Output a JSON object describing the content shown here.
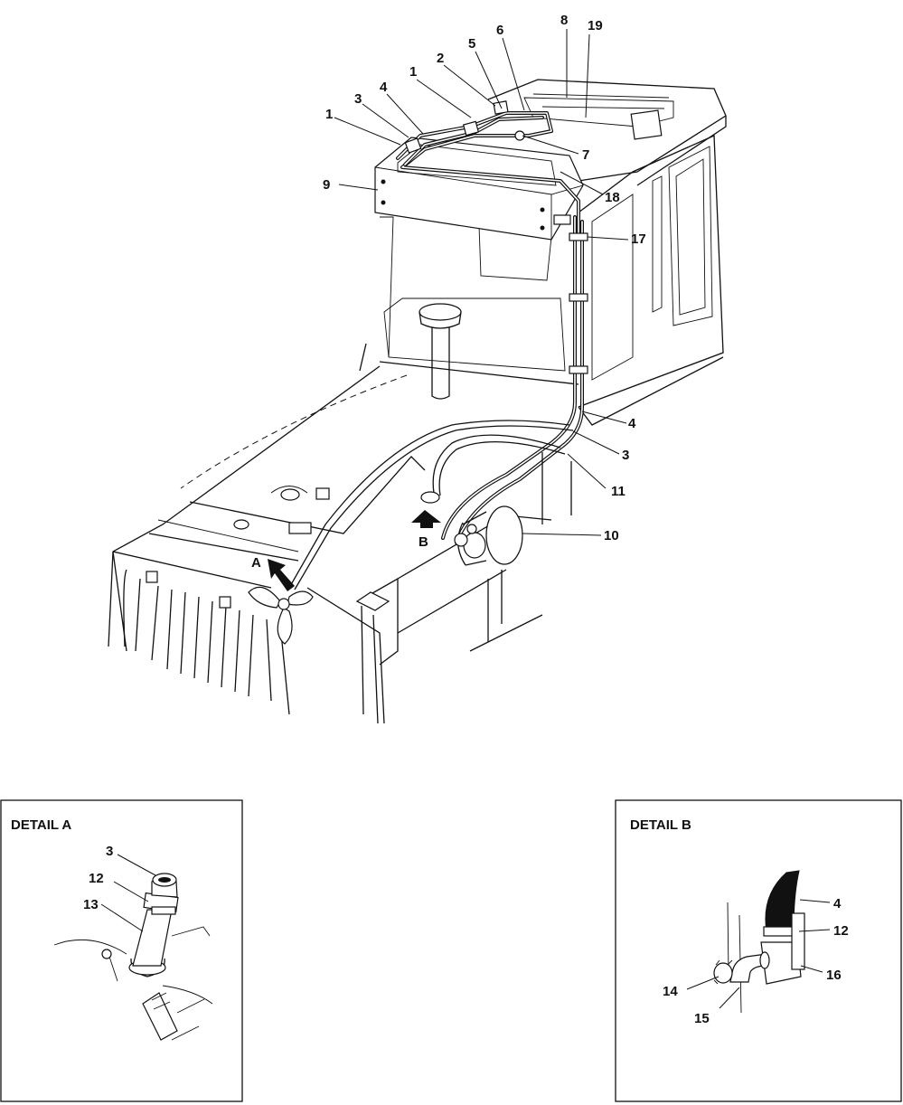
{
  "main_view": {
    "callouts": [
      {
        "id": "c-8",
        "text": "8"
      },
      {
        "id": "c-19",
        "text": "19"
      },
      {
        "id": "c-6",
        "text": "6"
      },
      {
        "id": "c-5",
        "text": "5"
      },
      {
        "id": "c-2",
        "text": "2"
      },
      {
        "id": "c-1a",
        "text": "1"
      },
      {
        "id": "c-4a",
        "text": "4"
      },
      {
        "id": "c-3a",
        "text": "3"
      },
      {
        "id": "c-1b",
        "text": "1"
      },
      {
        "id": "c-7",
        "text": "7"
      },
      {
        "id": "c-9",
        "text": "9"
      },
      {
        "id": "c-18",
        "text": "18"
      },
      {
        "id": "c-17",
        "text": "17"
      },
      {
        "id": "c-4b",
        "text": "4"
      },
      {
        "id": "c-3b",
        "text": "3"
      },
      {
        "id": "c-11",
        "text": "11"
      },
      {
        "id": "c-10",
        "text": "10"
      }
    ],
    "view_markers": [
      {
        "id": "marker-a",
        "text": "A"
      },
      {
        "id": "marker-b",
        "text": "B"
      }
    ]
  },
  "detail_a": {
    "title": "DETAIL A",
    "callouts": [
      {
        "id": "da-3",
        "text": "3"
      },
      {
        "id": "da-12",
        "text": "12"
      },
      {
        "id": "da-13",
        "text": "13"
      }
    ]
  },
  "detail_b": {
    "title": "DETAIL B",
    "callouts": [
      {
        "id": "db-4",
        "text": "4"
      },
      {
        "id": "db-12",
        "text": "12"
      },
      {
        "id": "db-16",
        "text": "16"
      },
      {
        "id": "db-14",
        "text": "14"
      },
      {
        "id": "db-15",
        "text": "15"
      }
    ]
  }
}
